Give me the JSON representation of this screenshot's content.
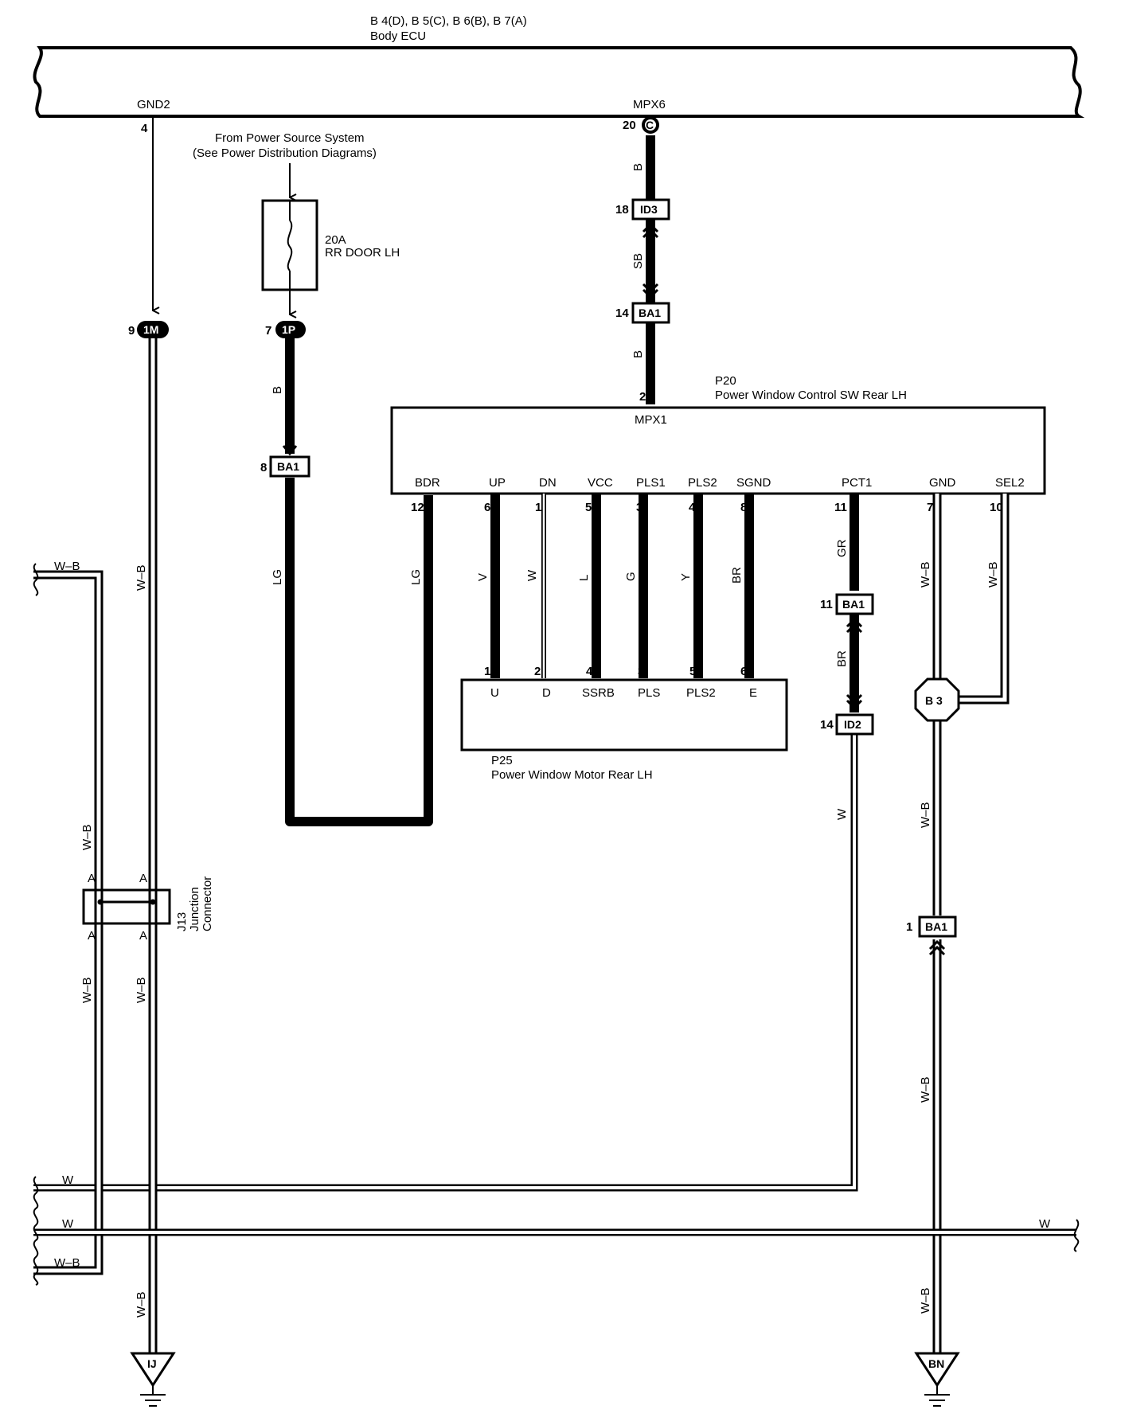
{
  "body_ecu": {
    "connectors": "B 4(D), B 5(C), B 6(B), B 7(A)",
    "name": "Body ECU",
    "pin_gnd2": {
      "name": "GND2",
      "num": "4"
    },
    "pin_mpx6": {
      "name": "MPX6",
      "num": "20",
      "conn": "C"
    }
  },
  "power_source": {
    "line1": "From Power Source System",
    "line2": "(See Power Distribution Diagrams)"
  },
  "fuse": {
    "rating": "20A",
    "name": "RR DOOR LH"
  },
  "connectors": {
    "c_1m": {
      "label": "1M",
      "pin": "9"
    },
    "c_1p": {
      "label": "1P",
      "pin": "7"
    },
    "c_ba1_left": {
      "label": "BA1",
      "pin": "8"
    },
    "c_id3": {
      "label": "ID3",
      "pin": "18"
    },
    "c_ba1_mpx": {
      "label": "BA1",
      "pin": "14"
    },
    "c_ba1_pct": {
      "label": "BA1",
      "pin": "11"
    },
    "c_id2": {
      "label": "ID2",
      "pin": "14"
    },
    "c_ba1_gnd": {
      "label": "BA1",
      "pin": "1"
    },
    "c_b3": {
      "label": "B 3"
    },
    "gnd_ij": {
      "label": "IJ"
    },
    "gnd_bn": {
      "label": "BN"
    }
  },
  "p20": {
    "code": "P20",
    "name": "Power Window Control SW Rear LH",
    "mpx_num": "2",
    "mpx_name": "MPX1",
    "pins": [
      {
        "name": "BDR",
        "num": "12"
      },
      {
        "name": "UP",
        "num": "6"
      },
      {
        "name": "DN",
        "num": "1"
      },
      {
        "name": "VCC",
        "num": "5"
      },
      {
        "name": "PLS1",
        "num": "3"
      },
      {
        "name": "PLS2",
        "num": "4"
      },
      {
        "name": "SGND",
        "num": "8"
      },
      {
        "name": "PCT1",
        "num": "11"
      },
      {
        "name": "GND",
        "num": "7"
      },
      {
        "name": "SEL2",
        "num": "10"
      }
    ]
  },
  "p25": {
    "code": "P25",
    "name": "Power Window Motor Rear LH",
    "pins": [
      {
        "name": "U",
        "num": "1"
      },
      {
        "name": "D",
        "num": "2"
      },
      {
        "name": "SSRB",
        "num": "4"
      },
      {
        "name": "PLS",
        "num": "3"
      },
      {
        "name": "PLS2",
        "num": "5"
      },
      {
        "name": "E",
        "num": "6"
      }
    ]
  },
  "wires": {
    "mpx_top": "B",
    "mpx_mid": "SB",
    "mpx_low": "B",
    "fuse_out": "B",
    "lg_left": "LG",
    "lg_right": "LG",
    "up": "V",
    "dn": "W",
    "vcc": "L",
    "pls1": "G",
    "pls2": "Y",
    "sgnd": "BR",
    "pct_top": "GR",
    "pct_mid": "BR",
    "pct_low": "W",
    "gnd_p20": "W–B",
    "sel2": "W–B",
    "gnd_b3_low": "W–B",
    "gnd_b3_bot": "W–B",
    "gnd_b3_mid": "W–B",
    "left_main_top": "W–B",
    "left_main_mid": "W–B",
    "left_main_bot": "W–B",
    "left_outer_top": "W–B",
    "left_outer_mid": "W–B",
    "left_outer_low": "W–B",
    "left_outer_bot": "W–B",
    "h_w1": "W",
    "h_w2": "W",
    "h_w2_right": "W"
  },
  "j13": {
    "code": "J13",
    "line1": "Junction",
    "line2": "Connector",
    "pin": "A"
  }
}
